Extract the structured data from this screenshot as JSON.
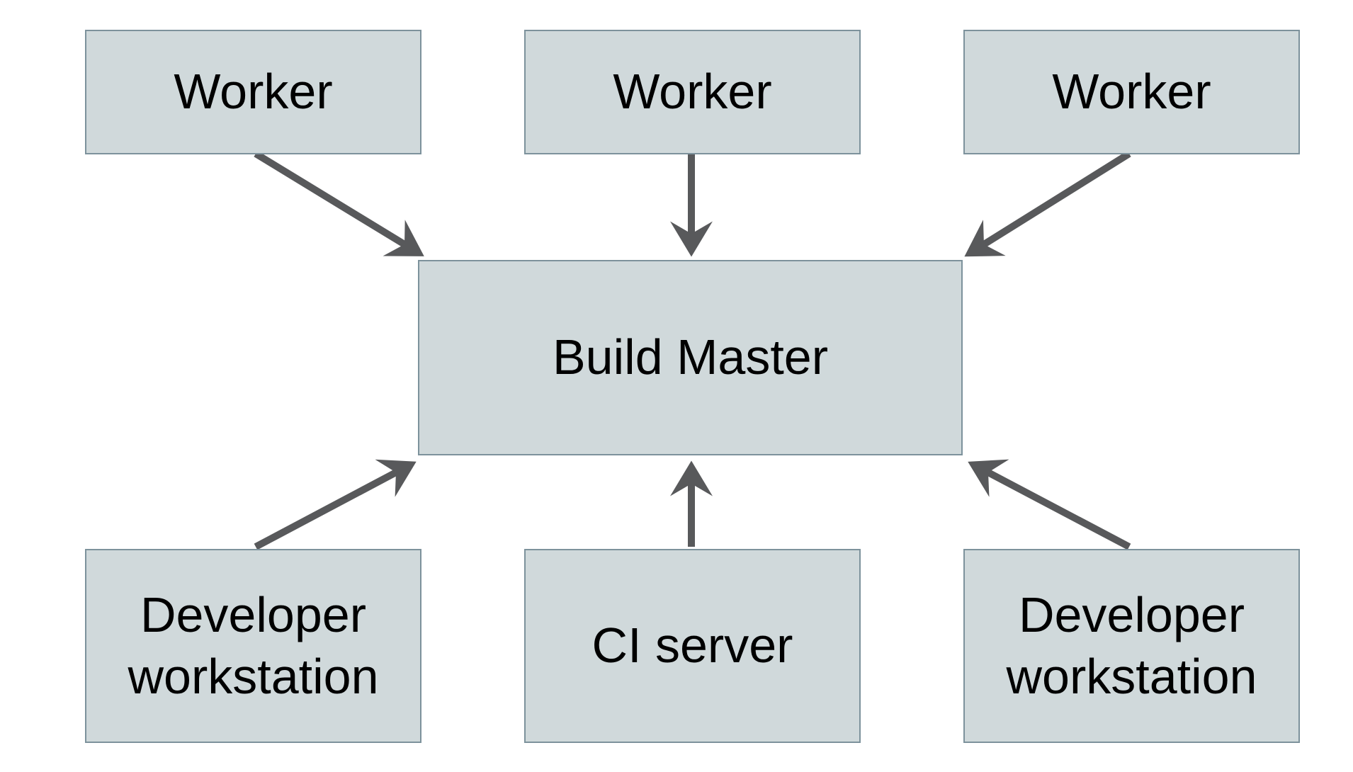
{
  "diagram": {
    "nodes": {
      "worker_left": {
        "label": "Worker"
      },
      "worker_center": {
        "label": "Worker"
      },
      "worker_right": {
        "label": "Worker"
      },
      "build_master": {
        "label": "Build Master"
      },
      "dev_workstation_left": {
        "label": "Developer workstation"
      },
      "ci_server": {
        "label": "CI server"
      },
      "dev_workstation_right": {
        "label": "Developer workstation"
      }
    },
    "edges": [
      {
        "from": "worker_left",
        "to": "build_master"
      },
      {
        "from": "worker_center",
        "to": "build_master"
      },
      {
        "from": "worker_right",
        "to": "build_master"
      },
      {
        "from": "dev_workstation_left",
        "to": "build_master"
      },
      {
        "from": "ci_server",
        "to": "build_master"
      },
      {
        "from": "dev_workstation_right",
        "to": "build_master"
      }
    ],
    "colors": {
      "background": "#ffffff",
      "node_fill": "#d0d9db",
      "node_border": "#7d929c",
      "arrow": "#58595b",
      "text": "#000000"
    }
  }
}
